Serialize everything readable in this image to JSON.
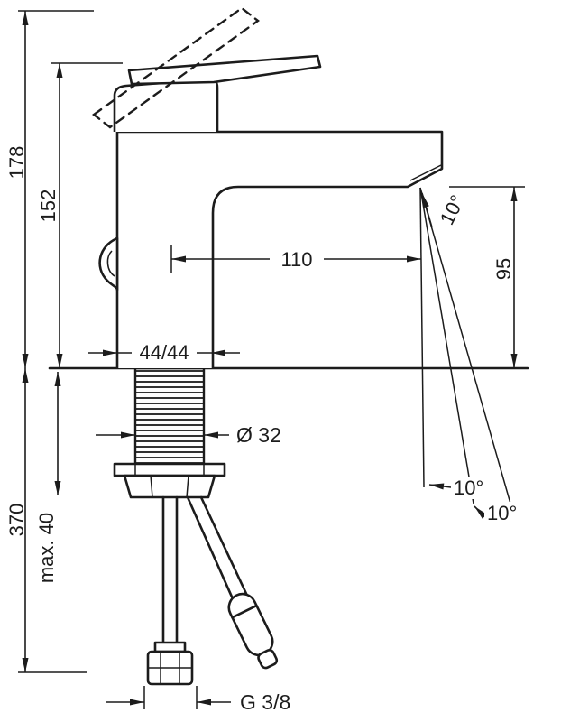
{
  "page": {
    "background_color": "#ffffff",
    "line_color": "#1c1c1c"
  },
  "drawing": {
    "kind": "single-hole-basin-mixer-dimension-drawing",
    "labels": {
      "total_height": "178",
      "body_height": "152",
      "spout_reach": "110",
      "outlet_height": "95",
      "outlet_angle": "10°",
      "base_width_depth": "44/44",
      "hole_diameter": "Ø 32",
      "hose_length": "370",
      "max_deck_thickness": "max. 40",
      "swivel_angle_left": "10°",
      "swivel_angle_right": "10°",
      "connection_thread": "G 3/8"
    }
  }
}
